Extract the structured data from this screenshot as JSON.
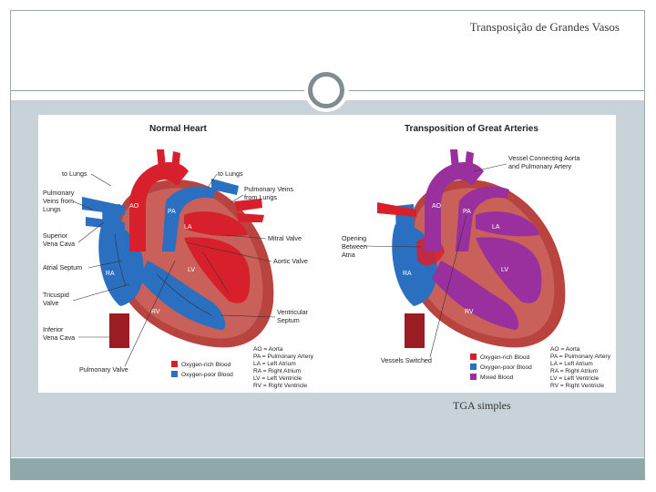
{
  "slide": {
    "title": "Transposição de Grandes Vasos",
    "caption": "TGA simples"
  },
  "colors": {
    "frame": "#9aa9ad",
    "content_band": "#c7d3d8",
    "footer_band": "#8fa8ab",
    "oxygen_rich": "#d8202c",
    "oxygen_poor": "#2a6fc0",
    "mixed": "#9a2f9e",
    "muscle": "#b8433f"
  },
  "figure": {
    "normal": {
      "title": "Normal Heart",
      "labels": {
        "to_lungs_left": "to Lungs",
        "to_lungs_right": "to Lungs",
        "pulm_veins_left_1": "Pulmonary",
        "pulm_veins_left_2": "Veins from",
        "pulm_veins_left_3": "Lungs",
        "pulm_veins_right_1": "Pulmonary Veins",
        "pulm_veins_right_2": "from Lungs",
        "svc_1": "Superior",
        "svc_2": "Vena Cava",
        "atrial_septum": "Atrial Septum",
        "tricuspid_1": "Tricuspid",
        "tricuspid_2": "Valve",
        "ivc_1": "Inferior",
        "ivc_2": "Vena Cava",
        "pulmonary_valve": "Pulmonary Valve",
        "mitral_valve": "Mitral Valve",
        "aortic_valve": "Aortic Valve",
        "vs_1": "Ventricular",
        "vs_2": "Septum"
      },
      "chambers": {
        "ao": "AO",
        "pa": "PA",
        "la": "LA",
        "ra": "RA",
        "lv": "LV",
        "rv": "RV"
      },
      "legend": [
        {
          "text": "Oxygen-rich Blood",
          "color": "#d8202c"
        },
        {
          "text": "Oxygen-poor Blood",
          "color": "#2a6fc0"
        }
      ],
      "key": [
        "AO  = Aorta",
        "PA  = Pulmonary Artery",
        "LA  = Left Atrium",
        "RA  = Right Atrium",
        "LV  = Left Ventricle",
        "RV  = Right Ventricle"
      ]
    },
    "tga": {
      "title": "Transposition of Great Arteries",
      "labels": {
        "vessel_1": "Vessel Connecting Aorta",
        "vessel_2": "and Pulmonary Artery",
        "opening_1": "Opening",
        "opening_2": "Between",
        "opening_3": "Atria",
        "vessels_switched": "Vessels Switched"
      },
      "chambers": {
        "ao": "AO",
        "pa": "PA",
        "la": "LA",
        "ra": "RA",
        "lv": "LV",
        "rv": "RV"
      },
      "legend": [
        {
          "text": "Oxygen-rich Blood",
          "color": "#d8202c"
        },
        {
          "text": "Oxygen-poor Blood",
          "color": "#2a6fc0"
        },
        {
          "text": "Mixed Blood",
          "color": "#9a2f9e"
        }
      ],
      "key": [
        "AO  = Aorta",
        "PA  = Pulmonary Artery",
        "LA  = Left Atrium",
        "RA  = Right Atrium",
        "LV  = Left Ventricle",
        "RV  = Right Ventricle"
      ]
    }
  }
}
